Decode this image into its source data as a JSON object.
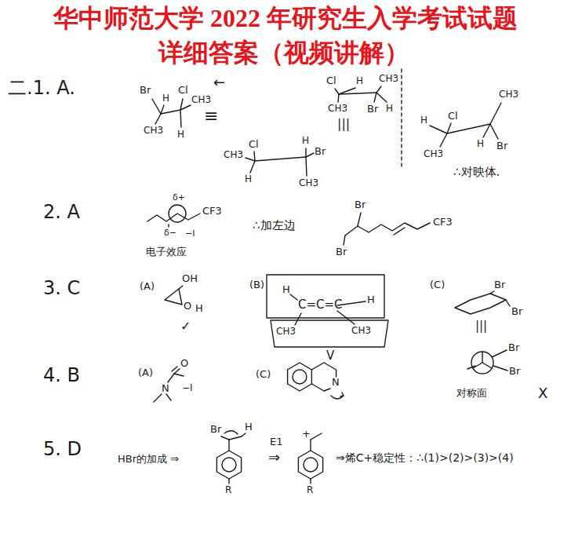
{
  "diagram": {
    "title": "华中师范大学 2022 年研究生入学考试试题",
    "labels": [
      "详细答案（视频讲解）",
      "二.1. A.",
      "Br",
      "H",
      "Cl",
      "CH3",
      "CH3",
      "H",
      "≡",
      "←",
      "Cl",
      "H",
      "CH3",
      "CH3",
      "Br",
      "H",
      "|||",
      "CH3",
      "Cl",
      "H",
      "H",
      "Br",
      "CH3",
      "CH3",
      "H",
      "Cl",
      "CH3",
      "H",
      "Br",
      "∴对映体.",
      "2. A",
      "δ+",
      "CF3",
      "δ−",
      "−I",
      "电子效应",
      "∴加左边",
      "Br",
      "Br",
      "CF3",
      "3. C",
      "(A)",
      "OH",
      "O",
      "H",
      "✓",
      "(B)",
      "H",
      "C=C=C",
      "H",
      "CH3",
      "CH3",
      "V",
      "(C)",
      "Br",
      "Br",
      "|||",
      "Br",
      "Br",
      "对称面",
      "X",
      "4. B",
      "(A)",
      "O",
      "N",
      "−I",
      "(C)",
      "N",
      "5. D",
      "HBr的加成 ⇒",
      "Br",
      "H",
      "R",
      "E1",
      "⇒",
      "+",
      "R",
      "⇒烯C+稳定性：∴(1)>(2)>(3)>(4)"
    ]
  }
}
